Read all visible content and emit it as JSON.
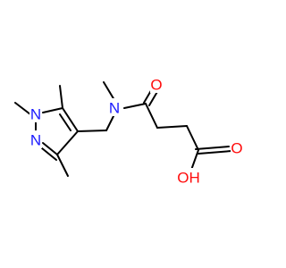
{
  "colors": {
    "background": "#ffffff",
    "bond": "#000000",
    "nitrogen": "#1a1aff",
    "oxygen": "#ff0d0d"
  },
  "atoms": {
    "n_amide": {
      "symbol": "N",
      "element": "nitrogen"
    },
    "o_carbonyl": {
      "symbol": "O",
      "element": "oxygen"
    },
    "o_acid": {
      "symbol": "O",
      "element": "oxygen"
    },
    "oh_acid": {
      "symbol": "OH",
      "element": "oxygen"
    },
    "n1_pyrazole": {
      "symbol": "N",
      "element": "nitrogen"
    },
    "n2_pyrazole": {
      "symbol": "N",
      "element": "nitrogen"
    }
  }
}
